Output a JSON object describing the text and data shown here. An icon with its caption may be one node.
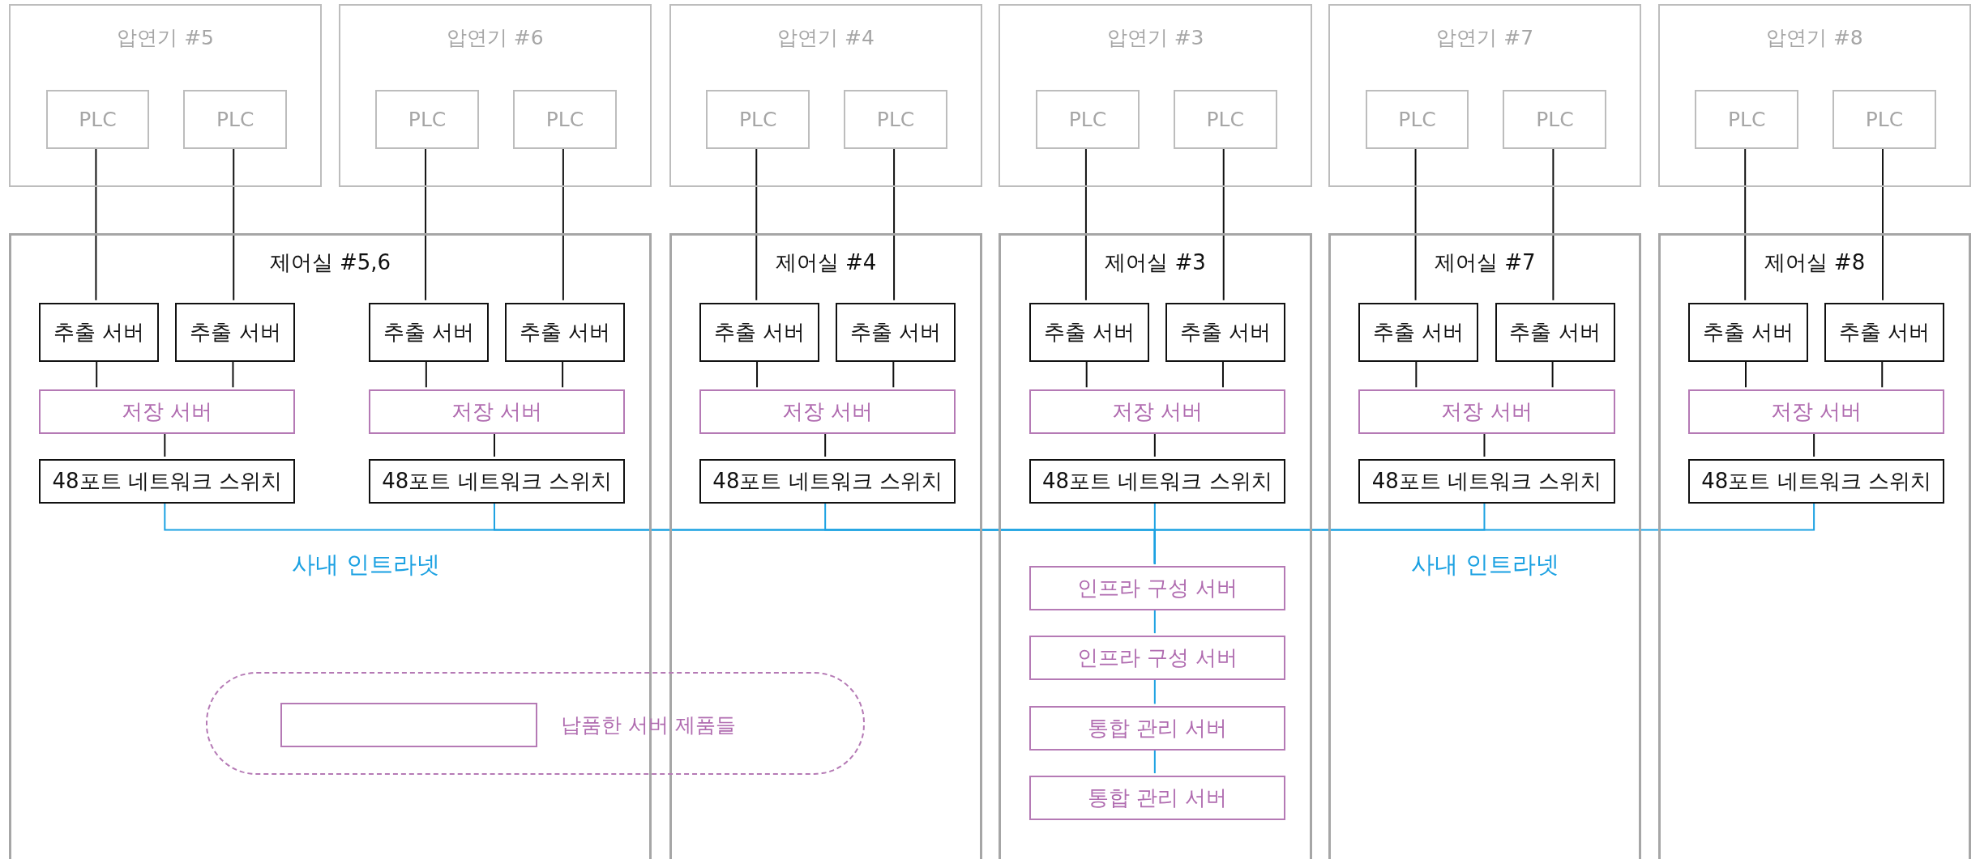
{
  "diagram": {
    "nodes": [
      {
        "text": [
          "압연기 #5"
        ]
      },
      {
        "text": [
          "PLC"
        ],
        "in": 0
      },
      {
        "text": [
          "PLC"
        ],
        "in": 0
      },
      {
        "text": [
          "압연기 #6"
        ]
      },
      {
        "text": [
          "PLC"
        ],
        "in": 3
      },
      {
        "text": [
          "PLC"
        ],
        "in": 3
      },
      {
        "text": [
          "압연기 #4"
        ]
      },
      {
        "text": [
          "PLC"
        ],
        "in": 6
      },
      {
        "text": [
          "PLC"
        ],
        "in": 6
      },
      {
        "text": [
          "압연기 #3"
        ]
      },
      {
        "text": [
          "PLC"
        ],
        "in": 9
      },
      {
        "text": [
          "PLC"
        ],
        "in": 9
      },
      {
        "text": [
          "압연기 #7"
        ]
      },
      {
        "text": [
          "PLC"
        ],
        "in": 12
      },
      {
        "text": [
          "PLC"
        ],
        "in": 12
      },
      {
        "text": [
          "압연기 #8"
        ]
      },
      {
        "text": [
          "PLC"
        ],
        "in": 15
      },
      {
        "text": [
          "PLC"
        ],
        "in": 15
      },
      {
        "text": [
          "제어실 #5,6"
        ]
      },
      {
        "text": [
          "추출 서버"
        ],
        "in": 18
      },
      {
        "text": [
          "추출 서버"
        ],
        "in": 18
      },
      {
        "text": [
          "추출 서버"
        ],
        "in": 18
      },
      {
        "text": [
          "추출 서버"
        ],
        "in": 18
      },
      {
        "text": [
          "저장 서버"
        ],
        "in": 18
      },
      {
        "text": [
          "저장 서버"
        ],
        "in": 18
      },
      {
        "text": [
          "48포트 네트워크 스위치"
        ],
        "in": 18
      },
      {
        "text": [
          "48포트 네트워크 스위치"
        ],
        "in": 18
      },
      {
        "text": [
          "제어실 #4"
        ]
      },
      {
        "text": [
          "추출 서버"
        ],
        "in": 27
      },
      {
        "text": [
          "추출 서버"
        ],
        "in": 27
      },
      {
        "text": [
          "저장 서버"
        ],
        "in": 27
      },
      {
        "text": [
          "48포트 네트워크 스위치"
        ],
        "in": 27
      },
      {
        "text": [
          "제어실 #3"
        ]
      },
      {
        "text": [
          "추출 서버"
        ],
        "in": 32
      },
      {
        "text": [
          "추출 서버"
        ],
        "in": 32
      },
      {
        "text": [
          "저장 서버"
        ],
        "in": 32
      },
      {
        "text": [
          "48포트 네트워크 스위치"
        ],
        "in": 32
      },
      {
        "text": [
          "인프라 구성 서버"
        ],
        "in": 32
      },
      {
        "text": [
          "인프라 구성 서버"
        ],
        "in": 32
      },
      {
        "text": [
          "통합 관리 서버"
        ],
        "in": 32
      },
      {
        "text": [
          "통합 관리 서버"
        ],
        "in": 32
      },
      {
        "text": [
          "제어실 #7"
        ]
      },
      {
        "text": [
          "추출 서버"
        ],
        "in": 41
      },
      {
        "text": [
          "추출 서버"
        ],
        "in": 41
      },
      {
        "text": [
          "저장 서버"
        ],
        "in": 41
      },
      {
        "text": [
          "48포트 네트워크 스위치"
        ],
        "in": 41
      },
      {
        "text": [
          "제어실 #8"
        ]
      },
      {
        "text": [
          "추출 서버"
        ],
        "in": 46
      },
      {
        "text": [
          "추출 서버"
        ],
        "in": 46
      },
      {
        "text": [
          "저장 서버"
        ],
        "in": 46
      },
      {
        "text": [
          "48포트 네트워크 스위치"
        ],
        "in": 46
      }
    ],
    "edges": [
      {
        "from": 1,
        "to": 19,
        "arrow": "none"
      },
      {
        "from": 2,
        "to": 20,
        "arrow": "none"
      },
      {
        "from": 4,
        "to": 21,
        "arrow": "none"
      },
      {
        "from": 5,
        "to": 22,
        "arrow": "none"
      },
      {
        "from": 7,
        "to": 28,
        "arrow": "none"
      },
      {
        "from": 8,
        "to": 29,
        "arrow": "none"
      },
      {
        "from": 10,
        "to": 33,
        "arrow": "none"
      },
      {
        "from": 11,
        "to": 34,
        "arrow": "none"
      },
      {
        "from": 13,
        "to": 42,
        "arrow": "none"
      },
      {
        "from": 14,
        "to": 43,
        "arrow": "none"
      },
      {
        "from": 16,
        "to": 47,
        "arrow": "none"
      },
      {
        "from": 17,
        "to": 48,
        "arrow": "none"
      },
      {
        "from": 19,
        "to": 23,
        "arrow": "none"
      },
      {
        "from": 20,
        "to": 23,
        "arrow": "none"
      },
      {
        "from": 21,
        "to": 24,
        "arrow": "none"
      },
      {
        "from": 22,
        "to": 24,
        "arrow": "none"
      },
      {
        "from": 28,
        "to": 30,
        "arrow": "none"
      },
      {
        "from": 29,
        "to": 30,
        "arrow": "none"
      },
      {
        "from": 33,
        "to": 35,
        "arrow": "none"
      },
      {
        "from": 34,
        "to": 35,
        "arrow": "none"
      },
      {
        "from": 42,
        "to": 44,
        "arrow": "none"
      },
      {
        "from": 43,
        "to": 44,
        "arrow": "none"
      },
      {
        "from": 47,
        "to": 49,
        "arrow": "none"
      },
      {
        "from": 48,
        "to": 49,
        "arrow": "none"
      },
      {
        "from": 23,
        "to": 25,
        "arrow": "none"
      },
      {
        "from": 24,
        "to": 26,
        "arrow": "none"
      },
      {
        "from": 30,
        "to": 31,
        "arrow": "none"
      },
      {
        "from": 35,
        "to": 36,
        "arrow": "none"
      },
      {
        "from": 44,
        "to": 45,
        "arrow": "none"
      },
      {
        "from": 49,
        "to": 50,
        "arrow": "none"
      },
      {
        "from": 25,
        "to": 37,
        "arrow": "none",
        "color": "#1ba1e2"
      },
      {
        "from": 26,
        "to": 37,
        "arrow": "none",
        "color": "#1ba1e2"
      },
      {
        "from": 31,
        "to": 37,
        "arrow": "none",
        "color": "#1ba1e2"
      },
      {
        "from": 36,
        "to": 37,
        "arrow": "none",
        "color": "#1ba1e2"
      },
      {
        "from": 45,
        "to": 37,
        "arrow": "none",
        "color": "#1ba1e2"
      },
      {
        "from": 50,
        "to": 37,
        "arrow": "none",
        "color": "#1ba1e2"
      },
      {
        "from": 37,
        "to": 38,
        "arrow": "none",
        "color": "#1ba1e2"
      },
      {
        "from": 38,
        "to": 39,
        "arrow": "none",
        "color": "#1ba1e2"
      },
      {
        "from": 39,
        "to": 40,
        "arrow": "none",
        "color": "#1ba1e2"
      }
    ],
    "labels": [
      "사내 인트라넷",
      "사내 인트라넷"
    ],
    "legend": [
      {
        "text": "납품한 서버 제품들"
      }
    ]
  }
}
